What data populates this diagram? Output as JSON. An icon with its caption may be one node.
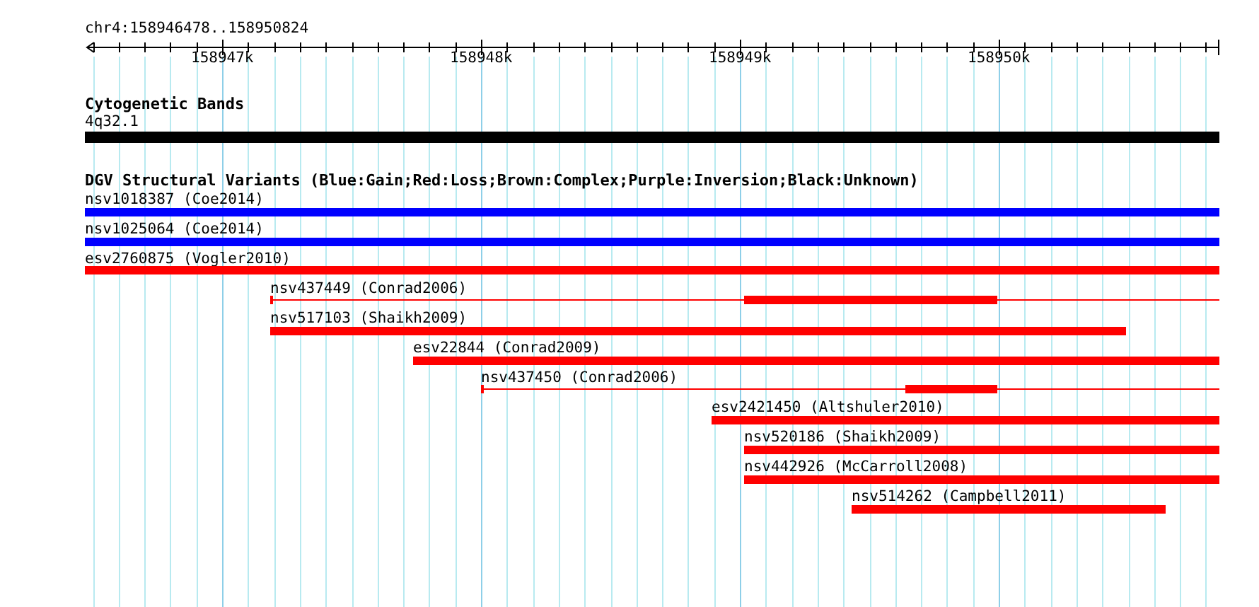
{
  "diagram": {
    "nodes": [
      {
        "text": [
          "4q32.1"
        ]
      },
      {
        "text": [
          "nsv1018387 (Coe2014)"
        ]
      },
      {
        "text": [
          "nsv1025064 (Coe2014)"
        ]
      },
      {
        "text": [
          "esv2760875 (Vogler2010)"
        ]
      },
      {
        "text": [
          "nsv437449 (Conrad2006)"
        ]
      },
      {
        "text": [
          "nsv517103 (Shaikh2009)"
        ]
      },
      {
        "text": [
          "esv22844 (Conrad2009)"
        ]
      },
      {
        "text": [
          "nsv437450 (Conrad2006)"
        ]
      },
      {
        "text": [
          "esv2421450 (Altshuler2010)"
        ]
      },
      {
        "text": [
          "nsv520186 (Shaikh2009)"
        ]
      },
      {
        "text": [
          "nsv442926 (McCarroll2008)"
        ]
      },
      {
        "text": [
          "nsv514262 (Campbell2011)"
        ]
      }
    ],
    "labels": [
      "chr4:158946478..158950824",
      "158947k",
      "158948k",
      "158949k",
      "158950k",
      "Cytogenetic Bands",
      "DGV Structural Variants (Blue:Gain;Red:Loss;Brown:Complex;Purple:Inversion;Black:Unknown)"
    ]
  }
}
